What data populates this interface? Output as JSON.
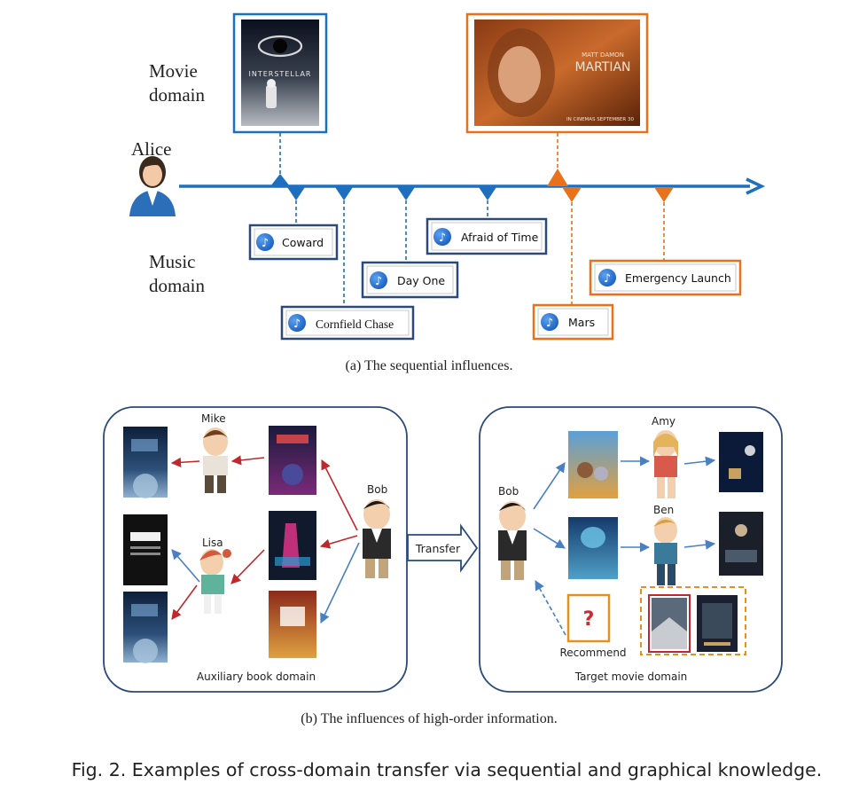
{
  "part_a": {
    "movie_domain_label": [
      "Movie",
      "domain"
    ],
    "music_domain_label": [
      "Music",
      "domain"
    ],
    "user_name": "Alice",
    "poster_interstellar": "INTERSTELLAR",
    "poster_martian_title": "MARTIAN",
    "poster_martian_actor": "MATT DAMON",
    "poster_martian_release": "IN CINEMAS SEPTEMBER 30",
    "songs": [
      "Coward",
      "Cornfield Chase",
      "Day One",
      "Afraid of Time",
      "Mars",
      "Emergency Launch"
    ],
    "caption": "(a)  The sequential influences."
  },
  "part_b": {
    "book_domain_label": "Auxiliary book domain",
    "movie_domain_label": "Target movie domain",
    "names": {
      "mike": "Mike",
      "lisa": "Lisa",
      "bob_left": "Bob",
      "bob_right": "Bob",
      "amy": "Amy",
      "ben": "Ben"
    },
    "transfer_label": "Transfer",
    "recommend_label": "Recommend",
    "question_mark": "?",
    "caption": "(b)  The influences of high-order information."
  },
  "figure_caption": "Fig. 2.  Examples of cross-domain transfer via sequential and graphical knowledge.",
  "colors": {
    "blue": "#1f6fbf",
    "orange": "#e8711a",
    "navy": "#2b4a7a",
    "red": "#c0282d",
    "arrow_blue": "#4a7fc1"
  }
}
